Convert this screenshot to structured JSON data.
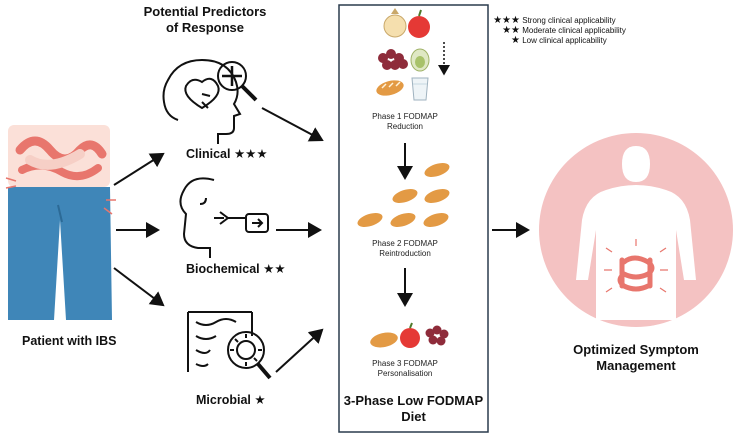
{
  "header": {
    "predictors_title_line1": "Potential Predictors",
    "predictors_title_line2": "of Response"
  },
  "patient": {
    "label": "Patient with IBS"
  },
  "predictors": [
    {
      "label": "Clinical",
      "stars": "★★★"
    },
    {
      "label": "Biochemical",
      "stars": "★★"
    },
    {
      "label": "Microbial",
      "stars": "★"
    }
  ],
  "legend": [
    {
      "stars": "★★★",
      "text": "Strong clinical applicability"
    },
    {
      "stars": "★★",
      "text": "Moderate clinical applicability"
    },
    {
      "stars": "★",
      "text": "Low clinical applicability"
    }
  ],
  "diet": {
    "title_line1": "3-Phase Low FODMAP",
    "title_line2": "Diet",
    "phases": [
      {
        "line1": "Phase 1 FODMAP",
        "line2": "Reduction"
      },
      {
        "line1": "Phase 2 FODMAP",
        "line2": "Reintroduction"
      },
      {
        "line1": "Phase 3 FODMAP",
        "line2": "Personalisation"
      }
    ]
  },
  "outcome": {
    "line1": "Optimized Symptom",
    "line2": "Management"
  },
  "colors": {
    "accent_pink": "#f4c2c2",
    "gut_red": "#e8766d",
    "jeans_blue": "#3f86b8",
    "skin": "#fbe0d8",
    "box_border": "#2a3b4d"
  }
}
